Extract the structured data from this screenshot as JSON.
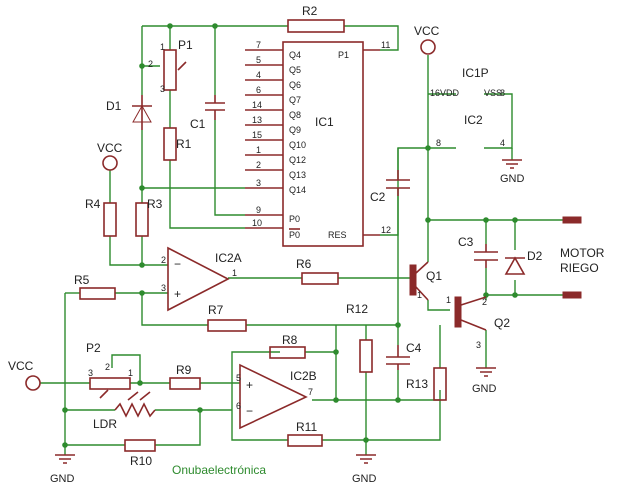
{
  "components": {
    "r2": "R2",
    "p1": "P1",
    "d1": "D1",
    "c1": "C1",
    "ic1": "IC1",
    "r1": "R1",
    "r4": "R4",
    "r3": "R3",
    "r5": "R5",
    "r6": "R6",
    "r7": "R7",
    "r8": "R8",
    "r9": "R9",
    "r10": "R10",
    "r11": "R11",
    "r12": "R12",
    "r13": "R13",
    "c2": "C2",
    "c3": "C3",
    "c4": "C4",
    "d2": "D2",
    "q1": "Q1",
    "q2": "Q2",
    "ic2a": "IC2A",
    "ic2b": "IC2B",
    "p2": "P2",
    "ldr": "LDR",
    "ic1p": "IC1P",
    "ic2": "IC2"
  },
  "power": {
    "vcc": "VCC",
    "gnd": "GND",
    "vdd": "VDD",
    "vss": "VSS"
  },
  "ic1_pins": {
    "left": [
      {
        "num": "7",
        "name": "Q4"
      },
      {
        "num": "5",
        "name": "Q5"
      },
      {
        "num": "4",
        "name": "Q6"
      },
      {
        "num": "6",
        "name": "Q7"
      },
      {
        "num": "14",
        "name": "Q8"
      },
      {
        "num": "13",
        "name": "Q9"
      },
      {
        "num": "15",
        "name": "Q10"
      },
      {
        "num": "1",
        "name": "Q12"
      },
      {
        "num": "2",
        "name": "Q13"
      },
      {
        "num": "3",
        "name": "Q14"
      },
      {
        "num": "9",
        "name": "P0"
      },
      {
        "num": "10",
        "name": "P0"
      }
    ],
    "p1_name": "P1",
    "p1_num": "11",
    "res_name": "RES",
    "res_num": "12"
  },
  "pin_numbers": {
    "p1_1": "1",
    "p1_2": "2",
    "p1_3": "3",
    "ic2a_2": "2",
    "ic2a_3": "3",
    "ic2a_1": "1",
    "ic2b_5": "5",
    "ic2b_6": "6",
    "ic2b_7": "7",
    "p2_1": "1",
    "p2_2": "2",
    "p2_3": "3",
    "q1_1": "1",
    "q2_1": "1",
    "q2_2": "2",
    "q2_3": "3",
    "vdd_16": "16",
    "vss_8": "8",
    "ic2_8": "8",
    "ic2_4": "4"
  },
  "motor": {
    "line1": "MOTOR",
    "line2": "RIEGO"
  },
  "credit": "Onubaelectrónica",
  "colors": {
    "wire": "#2e8b2e",
    "component": "#8b2a2a"
  }
}
